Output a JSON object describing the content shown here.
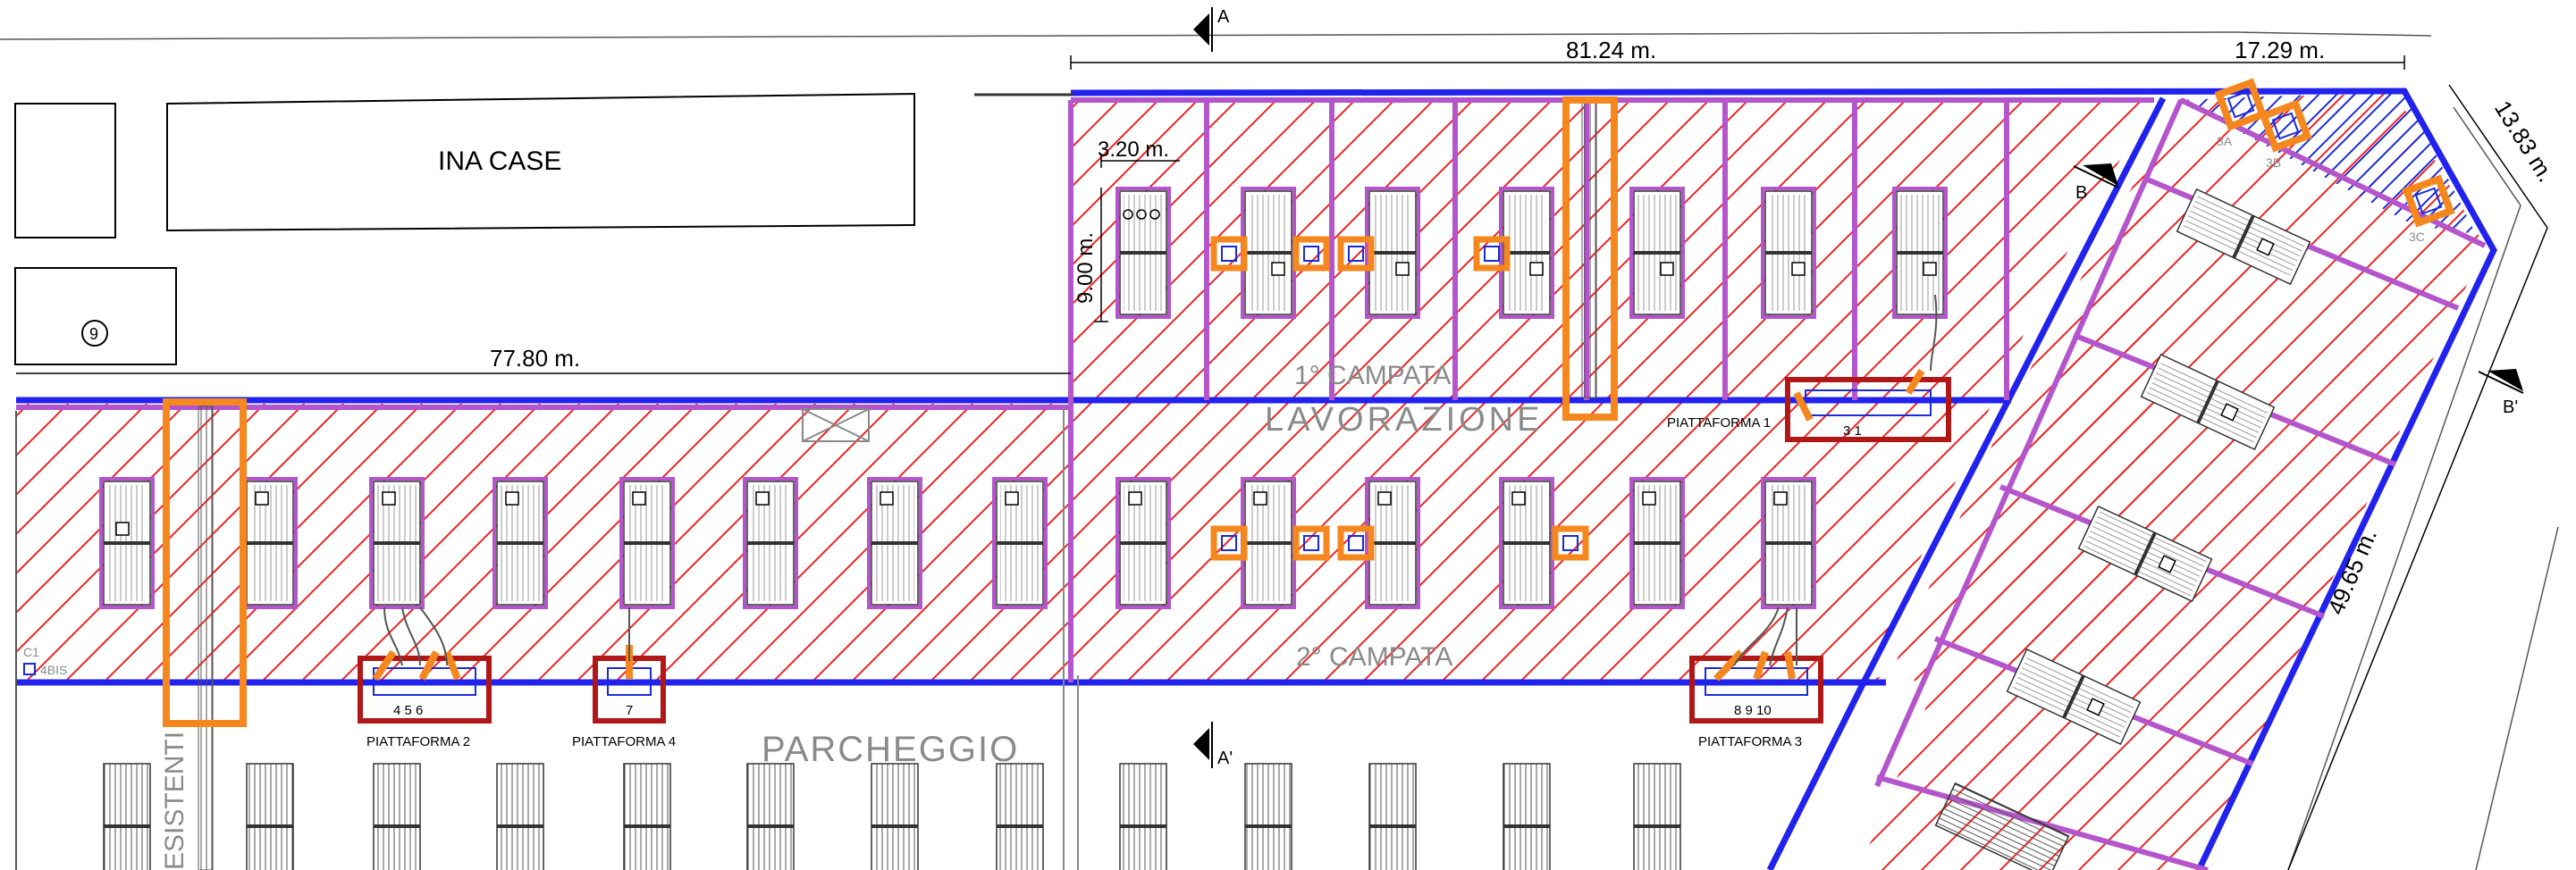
{
  "labels": {
    "ina_case": "INA      CASE",
    "lot_number": "9",
    "campata_1": "1° CAMPATA",
    "lavorazione": "LAVORAZIONE",
    "campata_2": "2° CAMPATA",
    "parcheggio": "PARCHEGGIO",
    "esistenti": "ESISTENTI"
  },
  "dimensions": {
    "top_length": "81.24  m.",
    "corner_length": "17.29  m.",
    "diagonal_short": "13.83  m.",
    "diagonal_long": "49.65  m.",
    "left_length": "77.80  m.",
    "bay_width": "3.20  m.",
    "bay_depth": "9.00  m."
  },
  "sections": {
    "a": "A",
    "a_prime": "A'",
    "b": "B",
    "b_prime": "B'"
  },
  "platforms": {
    "p1": "PIATTAFORMA 1",
    "p1_numbers": "3   1",
    "p2": "PIATTAFORMA 2",
    "p2_numbers": "4   5   6",
    "p3": "PIATTAFORMA 3",
    "p3_numbers": "8   9   10",
    "p4": "PIATTAFORMA 4",
    "p4_numbers": "7"
  },
  "tags": {
    "c1": "C1",
    "c1_bis": "4BIS",
    "t3a": "3A",
    "t3b": "3B",
    "t3c": "3C"
  },
  "colors": {
    "hatch": "#ee2222",
    "wall_blue": "#2222ee",
    "purple": "#b455cc",
    "orange": "#f5871f",
    "darkred": "#b01818",
    "blue_hatch": "#1a2bd8"
  }
}
